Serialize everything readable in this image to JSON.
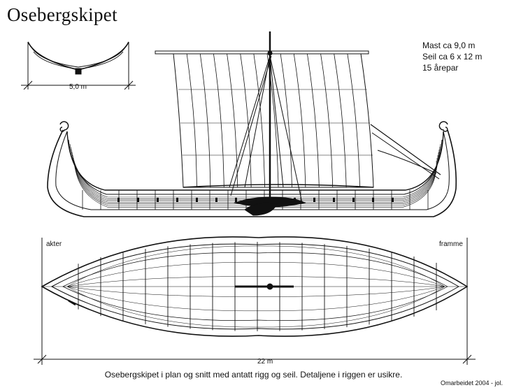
{
  "title": "Osebergskipet",
  "specs": [
    "Mast ca 9,0 m",
    "Seil ca 6 x 12 m",
    "15 årepar"
  ],
  "labels": {
    "beam": "5,0 m",
    "length": "22 m",
    "stern": "akter",
    "bow": "framme"
  },
  "caption": "Osebergskipet i plan og snitt med antatt rigg og seil. Detaljene i riggen er usikre.",
  "credit": "Omarbeidet 2004 - jol."
}
